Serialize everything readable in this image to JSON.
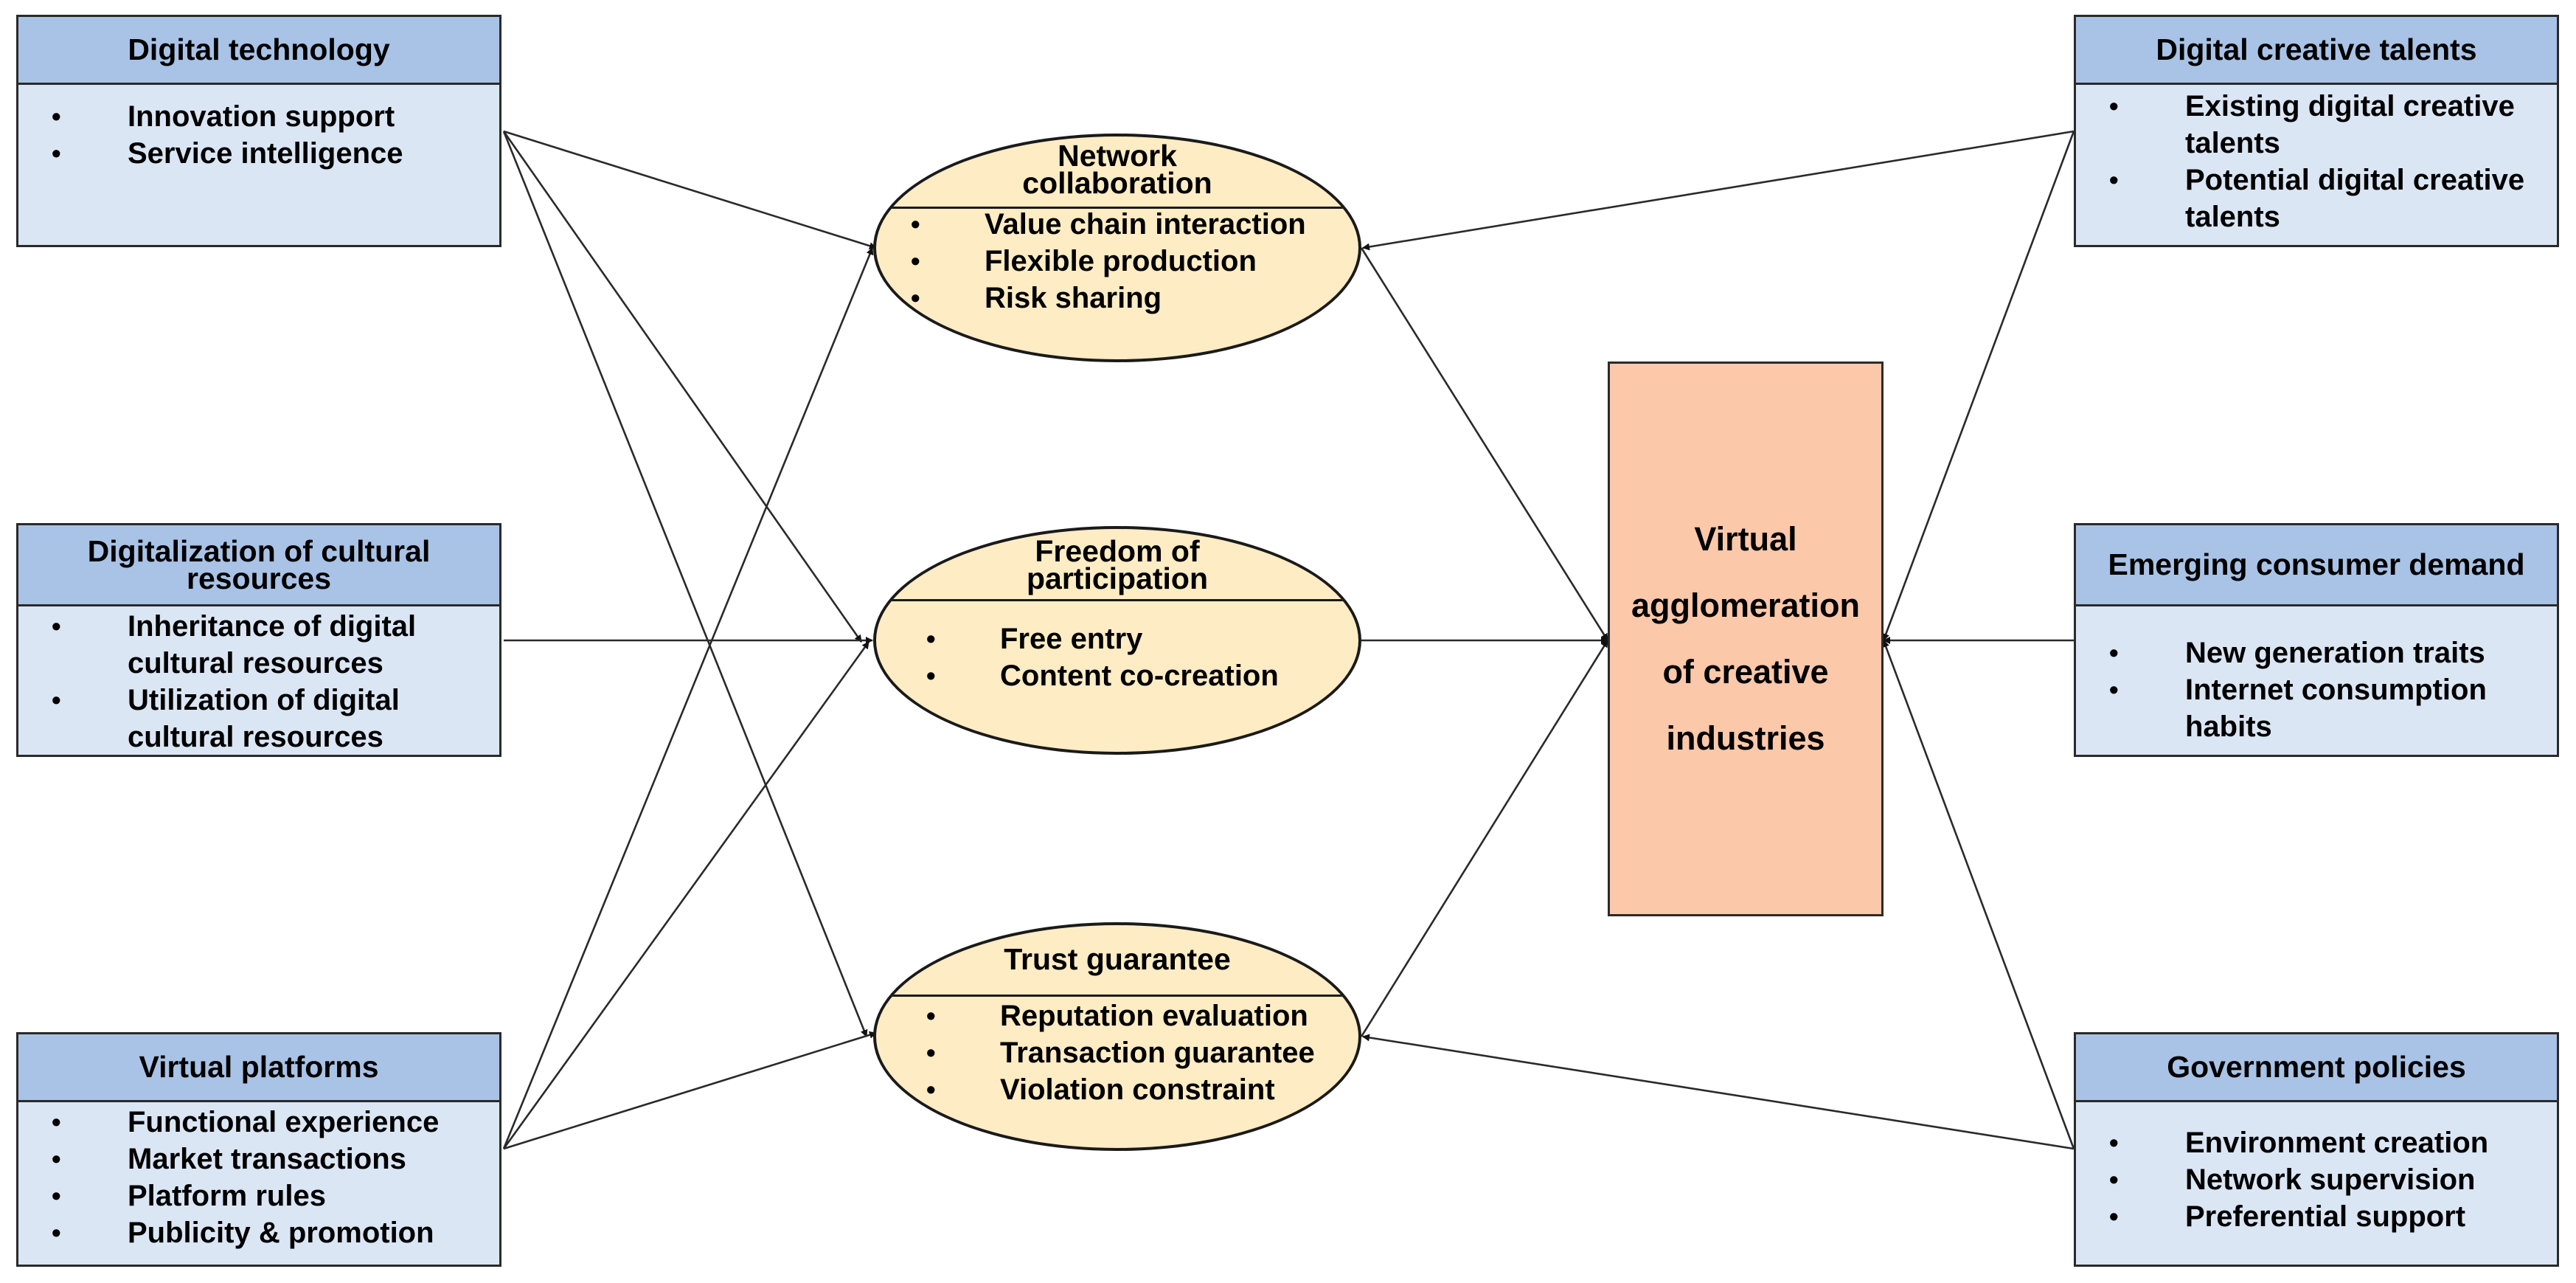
{
  "factors": {
    "digital_technology": {
      "title": "Digital technology",
      "items": [
        "Innovation support",
        "Service intelligence"
      ]
    },
    "cultural_resources": {
      "title": "Digitalization of cultural resources",
      "items": [
        "Inheritance of digital cultural resources",
        "Utilization of digital cultural resources"
      ]
    },
    "virtual_platforms": {
      "title": "Virtual platforms",
      "items": [
        "Functional experience",
        "Market transactions",
        "Platform rules",
        "Publicity & promotion"
      ]
    },
    "creative_talents": {
      "title": "Digital creative talents",
      "items": [
        "Existing digital creative talents",
        "Potential digital creative talents"
      ]
    },
    "consumer_demand": {
      "title": "Emerging consumer demand",
      "items": [
        "New generation traits",
        "Internet consumption habits"
      ]
    },
    "government_policies": {
      "title": "Government policies",
      "items": [
        "Environment creation",
        "Network supervision",
        "Preferential support"
      ]
    }
  },
  "mechanisms": {
    "network_collaboration": {
      "title": "Network collaboration",
      "items": [
        "Value chain interaction",
        "Flexible production",
        "Risk sharing"
      ]
    },
    "freedom_of_participation": {
      "title": "Freedom of participation",
      "items": [
        "Free entry",
        "Content co-creation"
      ]
    },
    "trust_guarantee": {
      "title": "Trust guarantee",
      "items": [
        "Reputation evaluation",
        "Transaction guarantee",
        "Violation constraint"
      ]
    }
  },
  "outcome": {
    "title": "Virtual agglomeration of creative industries"
  },
  "colors": {
    "factor_header": "#a9c3e6",
    "factor_body": "#dbe6f4",
    "mechanism_fill": "#fdecc4",
    "outcome_fill": "#fbc8aa",
    "line": "#2a2a2a"
  }
}
